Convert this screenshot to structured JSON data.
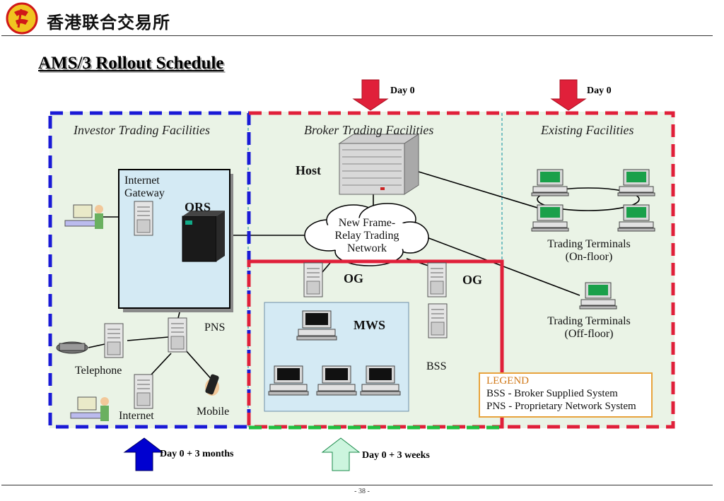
{
  "header": {
    "brand": "香港联合交易所"
  },
  "title": "AMS/3 Rollout Schedule",
  "sections": {
    "investor": "Investor Trading Facilities",
    "broker": "Broker Trading Facilities",
    "existing": "Existing Facilities"
  },
  "nodes": {
    "internet_gateway": "Internet\nGateway",
    "ors": "ORS",
    "host": "Host",
    "network": "New Frame-\nRelay Trading\nNetwork",
    "og1": "OG",
    "og2": "OG",
    "mws": "MWS",
    "bss": "BSS",
    "pns": "PNS",
    "telephone": "Telephone",
    "internet": "Internet",
    "mobile": "Mobile",
    "terminals_on": "Trading Terminals\n(On-floor)",
    "terminals_off": "Trading Terminals\n(Off-floor)"
  },
  "legend": {
    "heading": "LEGEND",
    "items": [
      "BSS - Broker Supplied System",
      "PNS - Proprietary Network System"
    ]
  },
  "markers": {
    "top1": "Day 0",
    "top2": "Day 0",
    "bottom1": "Day 0 + 3 months",
    "bottom2": "Day 0 + 3 weeks"
  },
  "colors": {
    "blue": "#1a1ad6",
    "red": "#e0203a",
    "green": "#20c040",
    "panel": "#eaf3e6",
    "box": "#d4eaf4"
  },
  "footer": {
    "page": "- 38 -"
  }
}
